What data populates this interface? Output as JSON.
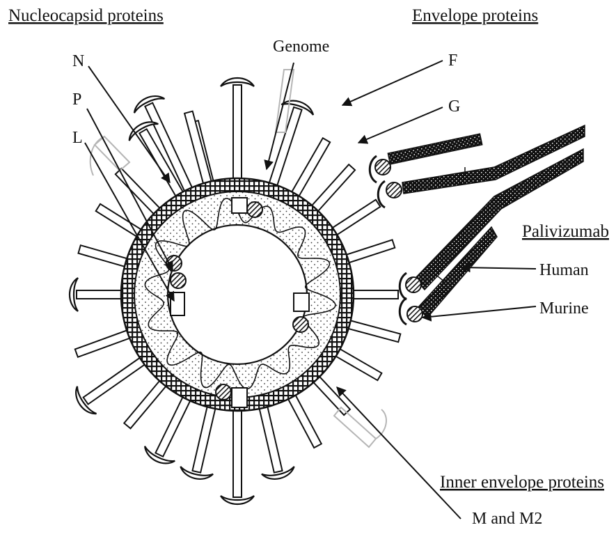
{
  "headings": {
    "nucleocapsid": "Nucleocapsid proteins",
    "envelope": "Envelope proteins",
    "palivizumab": "Palivizumab",
    "inner_envelope": "Inner envelope proteins"
  },
  "labels": {
    "genome": "Genome",
    "n": "N",
    "p": "P",
    "l": "L",
    "f": "F",
    "g": "G",
    "human": "Human",
    "murine": "Murine",
    "m_m2": "M and M2"
  },
  "colors": {
    "ink": "#111111",
    "ghost": "#b5b5b5",
    "background": "#ffffff"
  }
}
